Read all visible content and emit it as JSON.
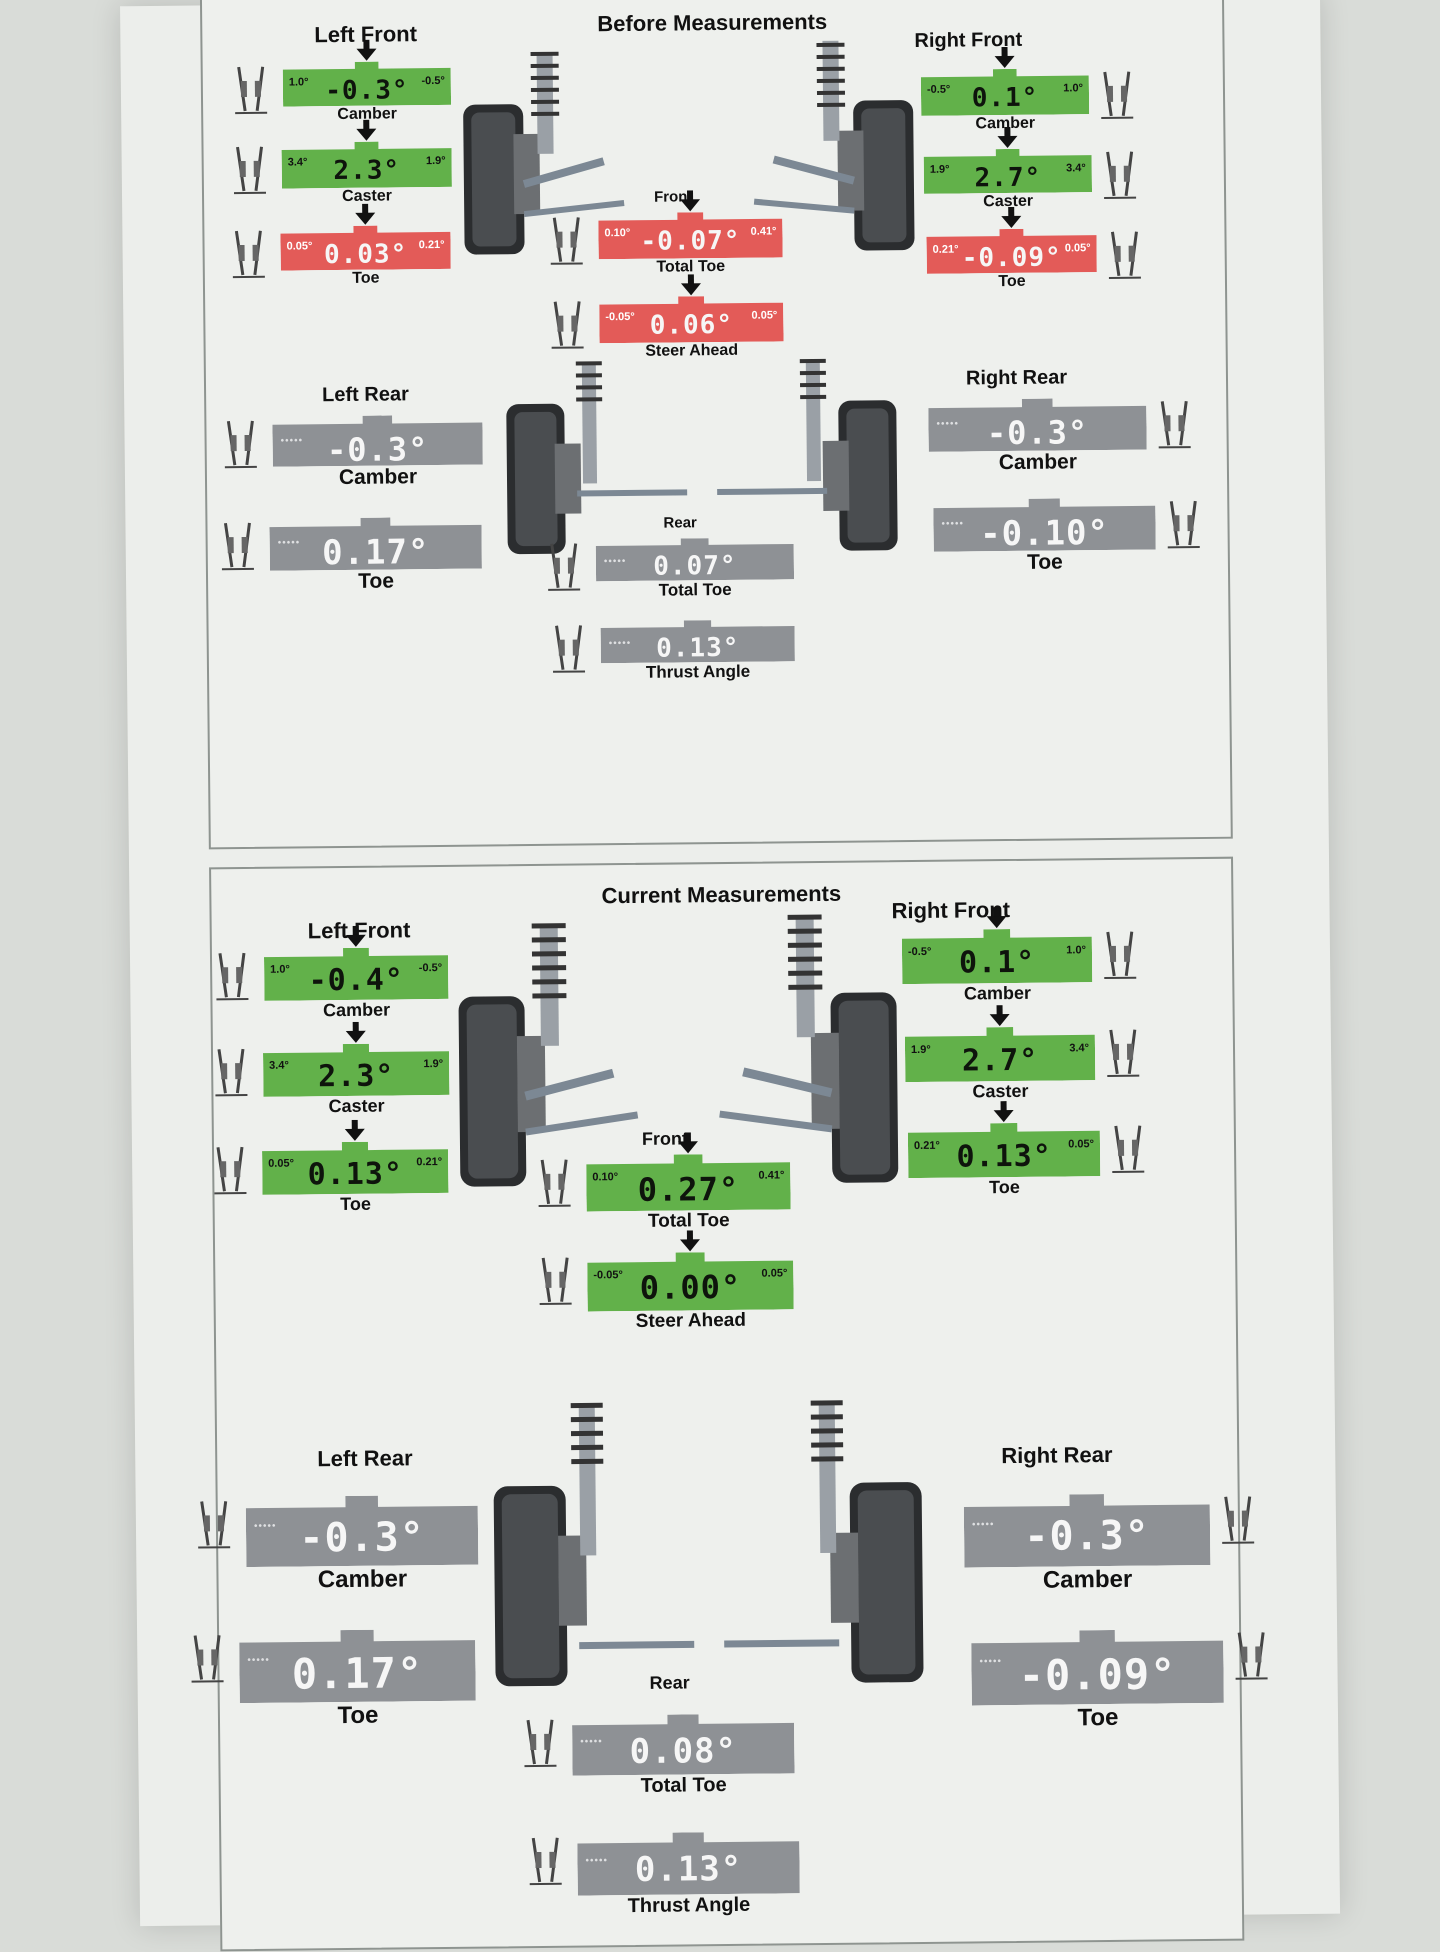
{
  "before": {
    "title": "Before Measurements",
    "front_label": "Front",
    "rear_label": "Rear",
    "left_front": "Left Front",
    "right_front": "Right Front",
    "left_rear": "Left Rear",
    "right_rear": "Right Rear",
    "lf_camber": {
      "label": "Camber",
      "value": "-0.3°",
      "min": "1.0°",
      "max": "-0.5°"
    },
    "lf_caster": {
      "label": "Caster",
      "value": "2.3°",
      "min": "3.4°",
      "max": "1.9°"
    },
    "lf_toe": {
      "label": "Toe",
      "value": "0.03°",
      "min": "0.05°",
      "max": "0.21°"
    },
    "rf_camber": {
      "label": "Camber",
      "value": "0.1°",
      "min": "-0.5°",
      "max": "1.0°"
    },
    "rf_caster": {
      "label": "Caster",
      "value": "2.7°",
      "min": "1.9°",
      "max": "3.4°"
    },
    "rf_toe": {
      "label": "Toe",
      "value": "-0.09°",
      "min": "0.21°",
      "max": "0.05°"
    },
    "total_toe": {
      "label": "Total Toe",
      "value": "-0.07°",
      "min": "0.10°",
      "max": "0.41°"
    },
    "steer_ahead": {
      "label": "Steer Ahead",
      "value": "0.06°",
      "min": "-0.05°",
      "max": "0.05°"
    },
    "lr_camber": {
      "label": "Camber",
      "value": "-0.3°"
    },
    "lr_toe": {
      "label": "Toe",
      "value": "0.17°"
    },
    "rr_camber": {
      "label": "Camber",
      "value": "-0.3°"
    },
    "rr_toe": {
      "label": "Toe",
      "value": "-0.10°"
    },
    "rear_total_toe": {
      "label": "Total Toe",
      "value": "0.07°"
    },
    "thrust_angle": {
      "label": "Thrust Angle",
      "value": "0.13°"
    }
  },
  "current": {
    "title": "Current Measurements",
    "front_label": "Front",
    "rear_label": "Rear",
    "left_front": "Left Front",
    "right_front": "Right Front",
    "left_rear": "Left Rear",
    "right_rear": "Right Rear",
    "lf_camber": {
      "label": "Camber",
      "value": "-0.4°",
      "min": "1.0°",
      "max": "-0.5°"
    },
    "lf_caster": {
      "label": "Caster",
      "value": "2.3°",
      "min": "3.4°",
      "max": "1.9°"
    },
    "lf_toe": {
      "label": "Toe",
      "value": "0.13°",
      "min": "0.05°",
      "max": "0.21°"
    },
    "rf_camber": {
      "label": "Camber",
      "value": "0.1°",
      "min": "-0.5°",
      "max": "1.0°"
    },
    "rf_caster": {
      "label": "Caster",
      "value": "2.7°",
      "min": "1.9°",
      "max": "3.4°"
    },
    "rf_toe": {
      "label": "Toe",
      "value": "0.13°",
      "min": "0.21°",
      "max": "0.05°"
    },
    "total_toe": {
      "label": "Total Toe",
      "value": "0.27°",
      "min": "0.10°",
      "max": "0.41°"
    },
    "steer_ahead": {
      "label": "Steer Ahead",
      "value": "0.00°",
      "min": "-0.05°",
      "max": "0.05°"
    },
    "lr_camber": {
      "label": "Camber",
      "value": "-0.3°"
    },
    "lr_toe": {
      "label": "Toe",
      "value": "0.17°"
    },
    "rr_camber": {
      "label": "Camber",
      "value": "-0.3°"
    },
    "rr_toe": {
      "label": "Toe",
      "value": "-0.09°"
    },
    "rear_total_toe": {
      "label": "Total Toe",
      "value": "0.08°"
    },
    "thrust_angle": {
      "label": "Thrust Angle",
      "value": "0.13°"
    }
  },
  "colors": {
    "in_spec": "#62b14a",
    "out_of_spec": "#e35b58",
    "no_spec": "#8e9195",
    "paper": "#eceeeb"
  },
  "icons": [
    "camber-icon",
    "caster-icon",
    "toe-icon",
    "total-toe-icon",
    "steer-ahead-icon",
    "thrust-angle-icon",
    "suspension-diagram"
  ]
}
